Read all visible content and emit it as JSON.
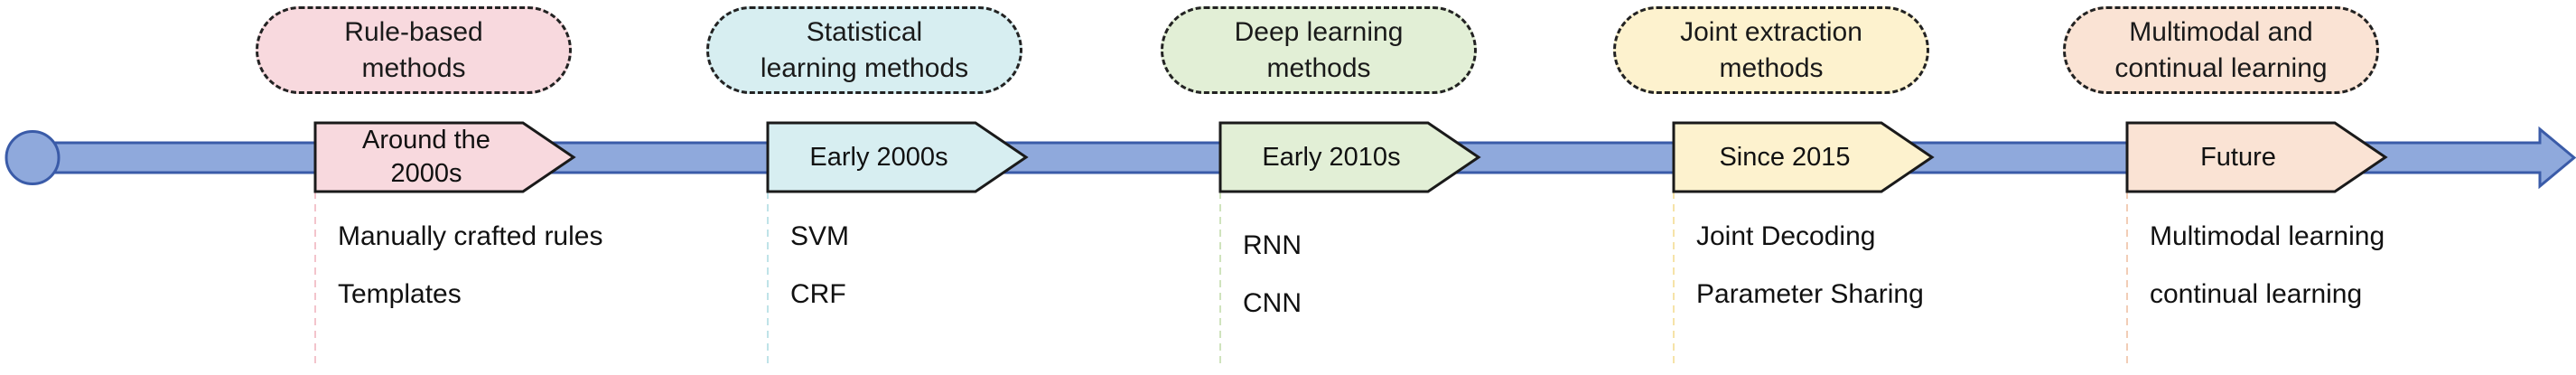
{
  "colors": {
    "axis_fill": "#8FA9DC",
    "axis_stroke": "#3A5BA8",
    "label_stroke": "#1a1a1a",
    "guide_line": "#d9d9d9"
  },
  "phases": [
    {
      "method": "Rule-based\nmethods",
      "era": "Around the\n2000s",
      "techniques": [
        "Manually crafted rules",
        "Templates"
      ],
      "bubble_color": "#F8D9DE",
      "era_color": "#F8D9DE",
      "guide_color": "#F3C4CC"
    },
    {
      "method": "Statistical\nlearning methods",
      "era": "Early 2000s",
      "techniques": [
        "SVM",
        "CRF"
      ],
      "bubble_color": "#D7EEF1",
      "era_color": "#D7EEF1",
      "guide_color": "#BFE3E8"
    },
    {
      "method": "Deep learning\nmethods",
      "era": "Early 2010s",
      "techniques": [
        "RNN",
        "CNN"
      ],
      "bubble_color": "#E2EFD6",
      "era_color": "#E2EFD6",
      "guide_color": "#CFE3BD"
    },
    {
      "method": "Joint extraction\nmethods",
      "era": "Since 2015",
      "techniques": [
        "Joint Decoding",
        "Parameter Sharing"
      ],
      "bubble_color": "#FDF2CE",
      "era_color": "#FDF2CE",
      "guide_color": "#F6E3A8"
    },
    {
      "method": "Multimodal and\ncontinual learning",
      "era": "Future",
      "techniques": [
        "Multimodal learning",
        "continual learning"
      ],
      "bubble_color": "#FAE3D4",
      "era_color": "#FAE3D4",
      "guide_color": "#F2CDB6"
    }
  ]
}
